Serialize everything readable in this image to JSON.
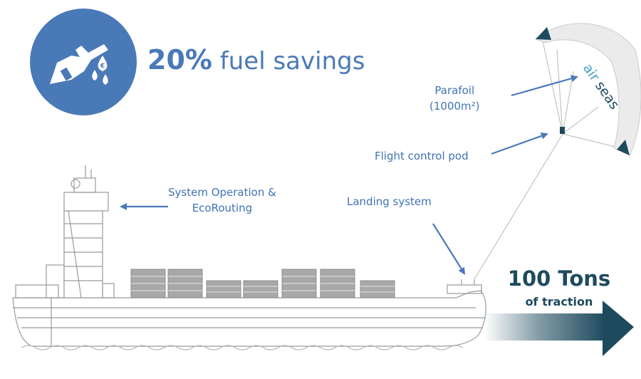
{
  "savings": {
    "percent": "20%",
    "text": "fuel savings"
  },
  "labels": {
    "system_operation": [
      "System Operation &",
      "EcoRouting"
    ],
    "landing": "Landing system",
    "flight_control": "Flight control pod",
    "parafoil": [
      "Parafoil",
      "(1000m²)"
    ]
  },
  "traction": {
    "value": "100 Tons",
    "text": "of traction"
  },
  "kite_logo": {
    "part1": "air",
    "part2": "seas"
  },
  "colors": {
    "accent": "#4a79b8",
    "dark": "#1e4a5e",
    "ship": "#9a9a9a",
    "container": "#8c8c8c"
  },
  "icons": {
    "fuel": "fuel-pump-euro-icon"
  }
}
